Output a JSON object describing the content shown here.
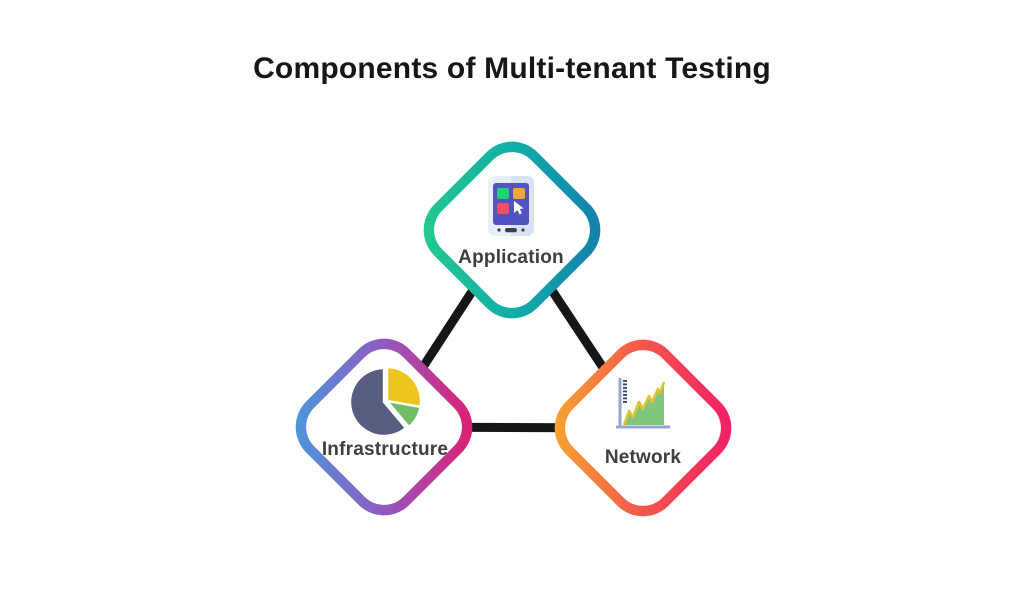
{
  "title": "Components of Multi-tenant Testing",
  "nodes": [
    {
      "id": "application",
      "label": "Application",
      "icon": "mobile-app-grid-icon",
      "gradient_colors": [
        "#26CD8B",
        "#10AFA8",
        "#1478AE"
      ]
    },
    {
      "id": "infrastructure",
      "label": "Infrastructure",
      "icon": "pie-chart-icon",
      "gradient_colors": [
        "#42A0DF",
        "#9159C0",
        "#EC1666"
      ]
    },
    {
      "id": "network",
      "label": "Network",
      "icon": "area-chart-icon",
      "gradient_colors": [
        "#F8B02B",
        "#F4564B",
        "#F2156E"
      ]
    }
  ],
  "style": {
    "background": "#FFFFFF",
    "connector_color": "#161616",
    "title_color": "#161616",
    "label_color": "#3E3E3E",
    "pie_colors": {
      "main": "#575E80",
      "yellow": "#EEC51D",
      "green": "#6FBE66"
    },
    "area_chart_colors": {
      "axis": "#96A5D6",
      "ticks": "#333F63",
      "area": "#7EC77D",
      "line": "#E2C431"
    },
    "tablet_colors": {
      "body": "#E9EFFA",
      "body_shade": "#D8E2F4",
      "screen": "#5152C4",
      "tile_green": "#1ED46F",
      "tile_orange": "#F5A43B",
      "tile_red": "#F25064",
      "cursor": "#FFFFFF"
    }
  }
}
